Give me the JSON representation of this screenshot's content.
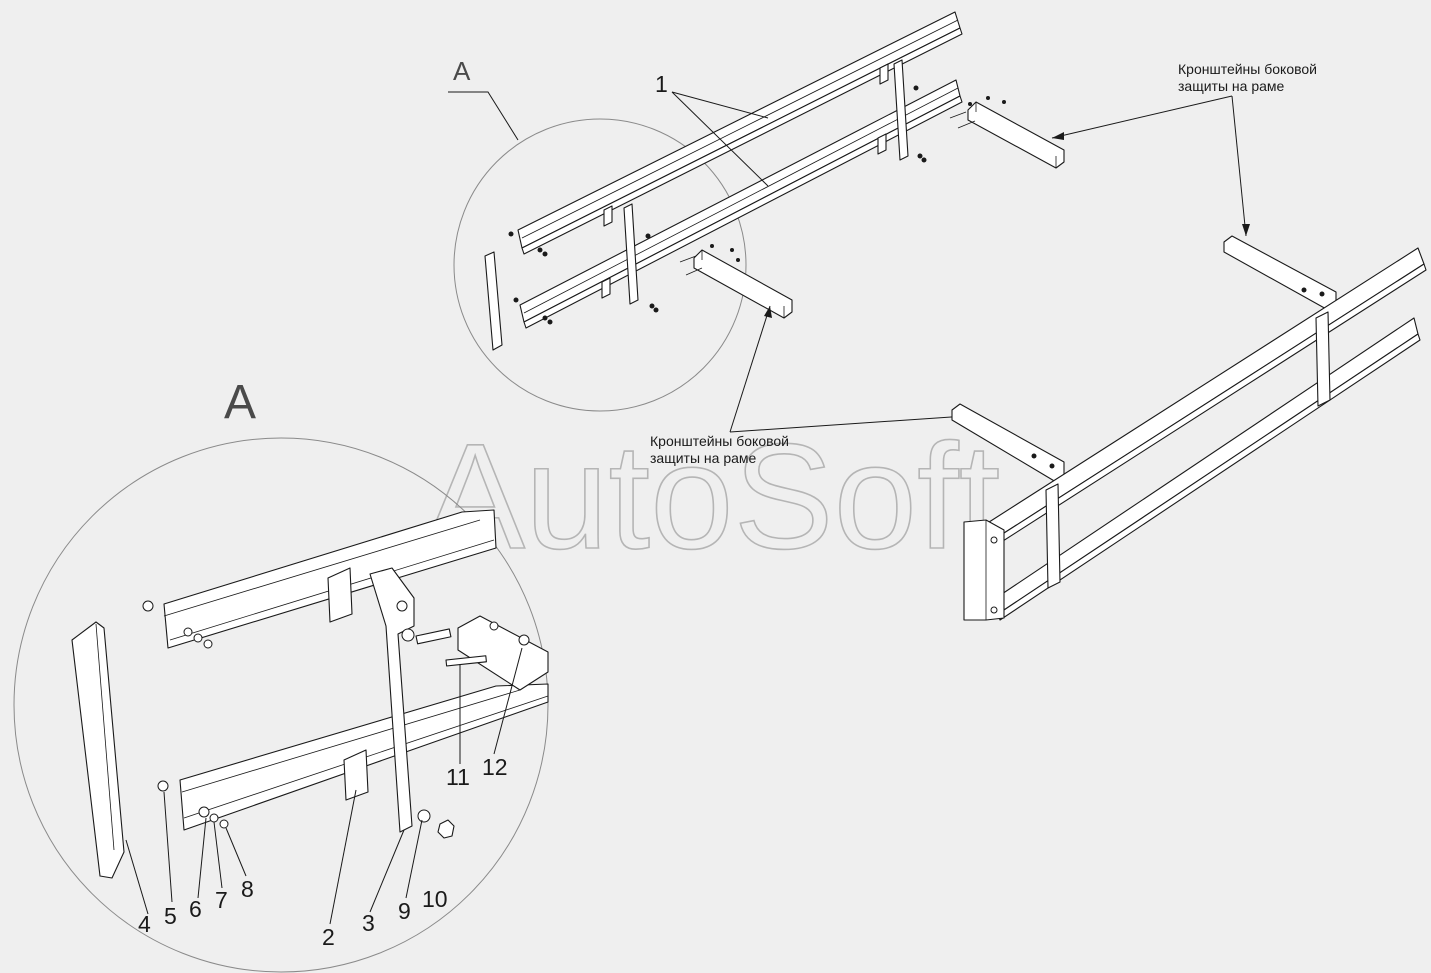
{
  "view_labels": {
    "detail_small": "A",
    "detail_large": "A"
  },
  "watermark": "AutoSoft",
  "callouts": {
    "brackets_top": [
      "Кронштейны боковой",
      "защиты на раме"
    ],
    "brackets_middle": [
      "Кронштейны боковой",
      "защиты на раме"
    ]
  },
  "part_numbers": {
    "p1": "1",
    "p2": "2",
    "p3": "3",
    "p4": "4",
    "p5": "5",
    "p6": "6",
    "p7": "7",
    "p8": "8",
    "p9": "9",
    "p10": "10",
    "p11": "11",
    "p12": "12"
  },
  "colors": {
    "background": "#efefef",
    "line": "#1a1a1a",
    "watermark": "#b5b5b5"
  }
}
